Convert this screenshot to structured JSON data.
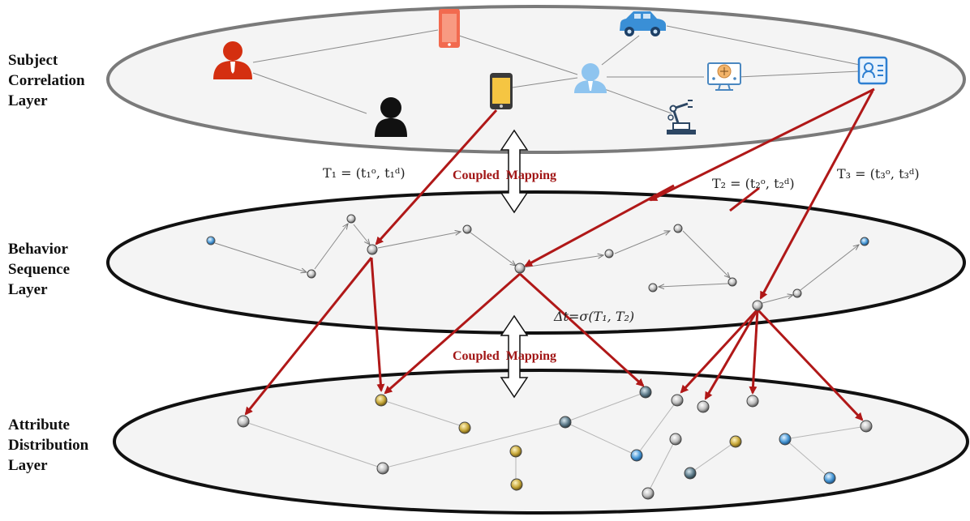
{
  "layers": {
    "subject": [
      "Subject",
      "Correlation",
      "Layer"
    ],
    "behavior": [
      "Behavior",
      "Sequence",
      "Layer"
    ],
    "attribute": [
      "Attribute",
      "Distribution",
      "Layer"
    ]
  },
  "labels": {
    "coupled_mapping_top": "Coupled  Mapping",
    "coupled_mapping_bottom": "Coupled  Mapping",
    "t1": "T₁ = (t₁ᵒ, t₁ᵈ)",
    "t2": "T₂ = (t₂ᵒ, t₂ᵈ)",
    "t3": "T₃ = (t₃ᵒ, t₃ᵈ)",
    "delta_t": "Δt=σ(T₁,  T₂)"
  },
  "colors": {
    "mapping_arrow": "#b01818",
    "user_red": "#d42f10",
    "user_black": "#111111",
    "device_blue": "#3a8fd6",
    "tablet_orange": "#f26a4f",
    "phone_yellow": "#f5c542"
  },
  "icons": [
    "user-red-icon",
    "user-black-icon",
    "tablet-icon",
    "phone-icon",
    "car-icon",
    "person-blue-icon",
    "brain-monitor-icon",
    "robot-arm-icon",
    "id-card-icon"
  ]
}
